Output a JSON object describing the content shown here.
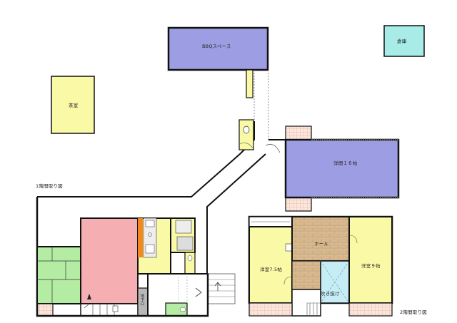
{
  "labels": {
    "bbq_space": "BBQスペース",
    "storehouse": "倉庫",
    "tea_room": "茶室",
    "western_16": "洋間１６帖",
    "floor1_caption": "1階間取り図",
    "floor2_caption": "2階間取り図",
    "hall": "ホール",
    "western_7_5": "洋室7.5帖",
    "western_9": "洋室９帖",
    "atrium": "吹き抜け",
    "basement": "地下口"
  },
  "colors": {
    "purple": "#9d9de3",
    "teal": "#a7ece7",
    "yellow": "#fafaa6",
    "pink": "#f5aeb2",
    "green": "#b4eca3",
    "wood": "#d9b98f",
    "light_blue": "#c6ecf6",
    "orange": "#f28a1a",
    "gray": "#b7b7b7",
    "wall": "#111111"
  }
}
